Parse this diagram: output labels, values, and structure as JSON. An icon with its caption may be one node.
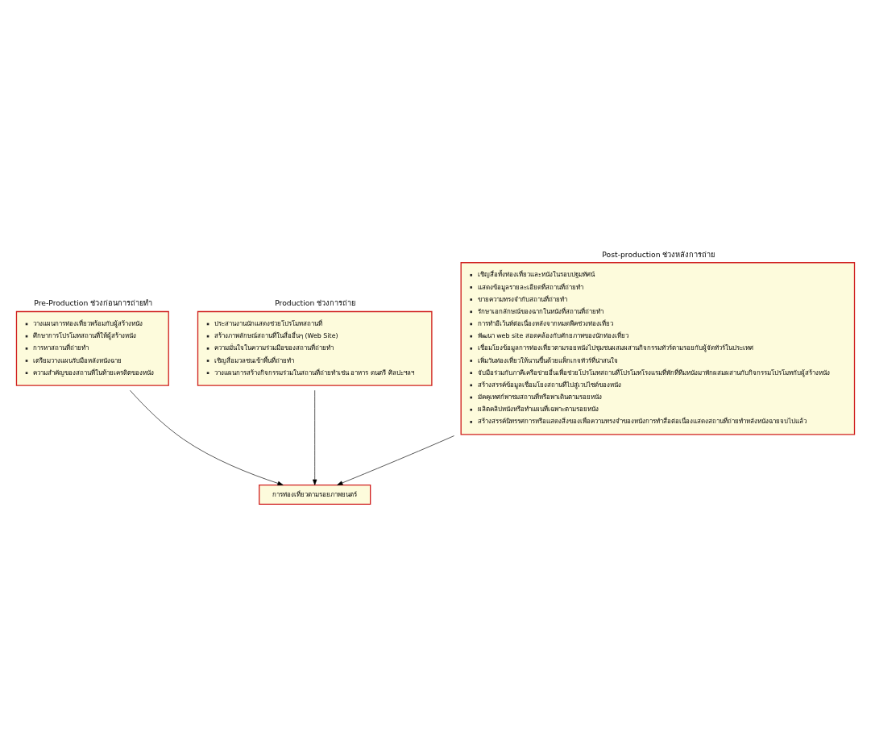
{
  "diagram": {
    "nodes": [
      {
        "text": [
          "Pre-Production ช่วงก่อนการถ่ายทำ",
          "วางแผนการท่องเที่ยวพร้อมกับผู้สร้างหนัง",
          "ศึกษาการโปรโมทสถานที่ให้ผู้สร้างหนัง",
          "การหาสถานที่ถ่ายทำ",
          "เตรียมวางแผนรับมือหลังหนังฉาย",
          "ความสำคัญของสถานที่ในท้ายเครดิตของหนัง"
        ]
      },
      {
        "text": [
          "Production ช่วงการถ่าย",
          "ประสานงานนักแสดงช่วยโปรโมทสถานที่",
          "สร้างภาพลักษณ์สถานที่ในสื่ออื่นๆ (Web Site)",
          "ความมั่นใจในความร่วมมือของสถานที่ถ่ายทำ",
          "เชิญสื่อมวลชนเข้าพื้นที่ถ่ายทำ",
          "วางแผนการสร้างกิจกรรมร่วมในสถานที่ถ่ายทำเช่น อาหาร ดนตรี ศิลปะฯลฯ"
        ]
      },
      {
        "text": [
          "Post-production ช่วงหลังการถ่าย",
          "เชิญสื่อทั้งท่องเที่ยวและหนังในรอบปฐมทัศน์",
          "แสดงข้อมูลรายละเอียดที่สถานที่ถ่ายทำ",
          "ขายความทรงจำกับสถานที่ถ่ายทำ",
          "รักษาเอกลักษณ์ของฉากในหนังที่สถานที่ถ่ายทำ",
          "การทำอีเว้นท์ต่อเนื่องหลังจากหมดพีคช่วงท่องเที่ยว",
          "พัฒนา web site สอดคล้องกับศักยภาพของนักท่องเที่ยว",
          "เชื่อมโยงข้อมูลการท่องเที่ยวตามรอยหนังไปชุมชนผสมผสานกิจกรรมทัวร์ตามรอยกับผู้จัดทัวร์ในประเทศ",
          "เพิ่มวันท่องเที่ยวให้นานขึ้นด้วยแพ็กเกจทัวร์ที่น่าสนใจ",
          "จับมือร่วมกับภาคีเครือข่ายอื่นเพื่อช่วยโปรโมทสถานที่โปรโมทโรงแรมที่พักที่ทีมหนังมาพักผสมผสานกับกิจกรรมโปรโมทกับผู้สร้างหนัง",
          "สร้างสรรค์ข้อมูลเชื่อมโยงสถานที่ไปสู่เวปไซด์ของหนัง",
          "มัคคุเทศก์พาชมสถานที่หรือพาเดินตามรอยหนัง",
          "ผลิตคลิปหนังหรือทำแผนที่เฉพาะตามรอยหนัง",
          "สร้างสรรค์นิทรรศการหรือแสดงสิ่งของเพื่อความทรงจำของหนังการทำสื่อต่อเนื่องแสดงสถานที่ถ่ายทำหลังหนังฉายจบไปแล้ว"
        ]
      },
      {
        "text": [
          "การท่องเที่ยวตามรอยภาพยนตร์"
        ]
      }
    ],
    "edges": [
      {
        "from": 0,
        "to": 3,
        "arrow": "to"
      },
      {
        "from": 1,
        "to": 3,
        "arrow": "to"
      },
      {
        "from": 2,
        "to": 3,
        "arrow": "to"
      }
    ]
  }
}
